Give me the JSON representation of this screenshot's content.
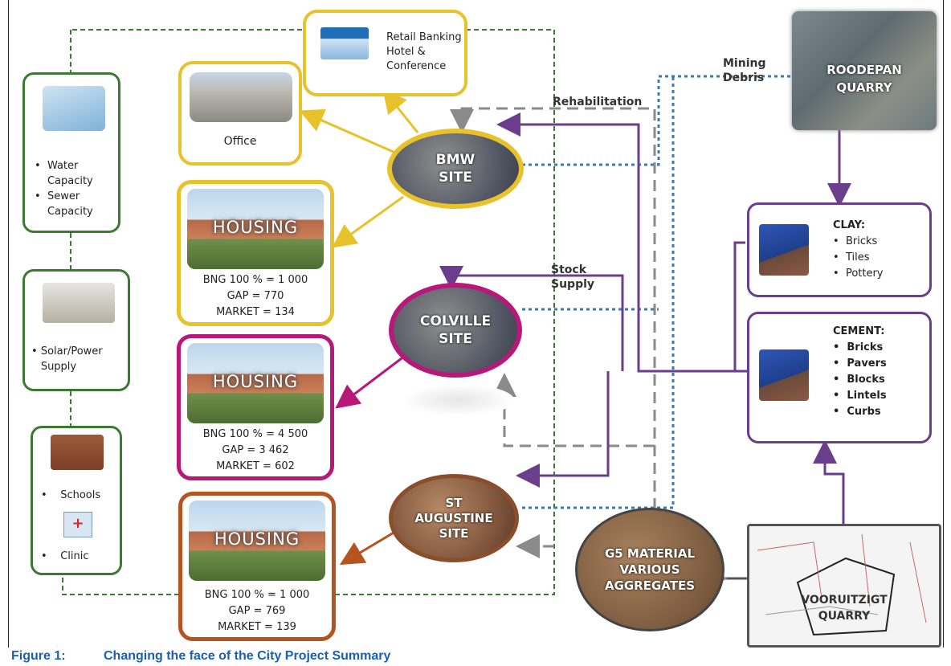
{
  "nodes": {
    "retail": "Retail Banking Hotel & Conference",
    "office": "Office",
    "housing_label": "HOUSING",
    "housing_bmw": [
      "BNG 100 % = 1 000",
      "GAP = 770",
      "MARKET = 134"
    ],
    "housing_colville": [
      "BNG 100 % = 4 500",
      "GAP = 3 462",
      "MARKET = 602"
    ],
    "housing_staugustine": [
      "BNG 100 % = 1 000",
      "GAP = 769",
      "MARKET = 139"
    ],
    "bmw_site": [
      "BMW",
      "SITE"
    ],
    "colville_site": [
      "COLVILLE",
      "SITE"
    ],
    "st_augustine_site": [
      "ST",
      "AUGUSTINE",
      "SITE"
    ],
    "g5_material": [
      "G5 MATERIAL",
      "VARIOUS",
      "AGGREGATES"
    ],
    "roodepan": [
      "ROODEPAN",
      "QUARRY"
    ],
    "vooruitzigt": [
      "VOORUITZIGT",
      "QUARRY"
    ]
  },
  "services": {
    "water": [
      "Water Capacity",
      "Sewer Capacity"
    ],
    "power": [
      "Solar/Power Supply"
    ],
    "schools": "Schools",
    "clinic": "Clinic"
  },
  "clay": {
    "title": "CLAY:",
    "items": [
      "Bricks",
      "Tiles",
      "Pottery"
    ]
  },
  "cement": {
    "title": "CEMENT:",
    "items": [
      "Bricks",
      "Pavers",
      "Blocks",
      "Lintels",
      "Curbs"
    ]
  },
  "flows": {
    "mining_debris": [
      "Mining",
      "Debris"
    ],
    "rehabilitation": "Rehabilitation",
    "stock_supply": [
      "Stock",
      "Supply"
    ]
  },
  "caption": {
    "number": "Figure 1:",
    "title": "Changing the face of the City Project Summary"
  },
  "colors": {
    "yellow": "#e7c22a",
    "magenta": "#b8187a",
    "brown": "#b5541f",
    "green": "#3c7a34",
    "purple": "#6a3e8c",
    "blue": "#3a78b0",
    "grey": "#8a8a8a"
  }
}
